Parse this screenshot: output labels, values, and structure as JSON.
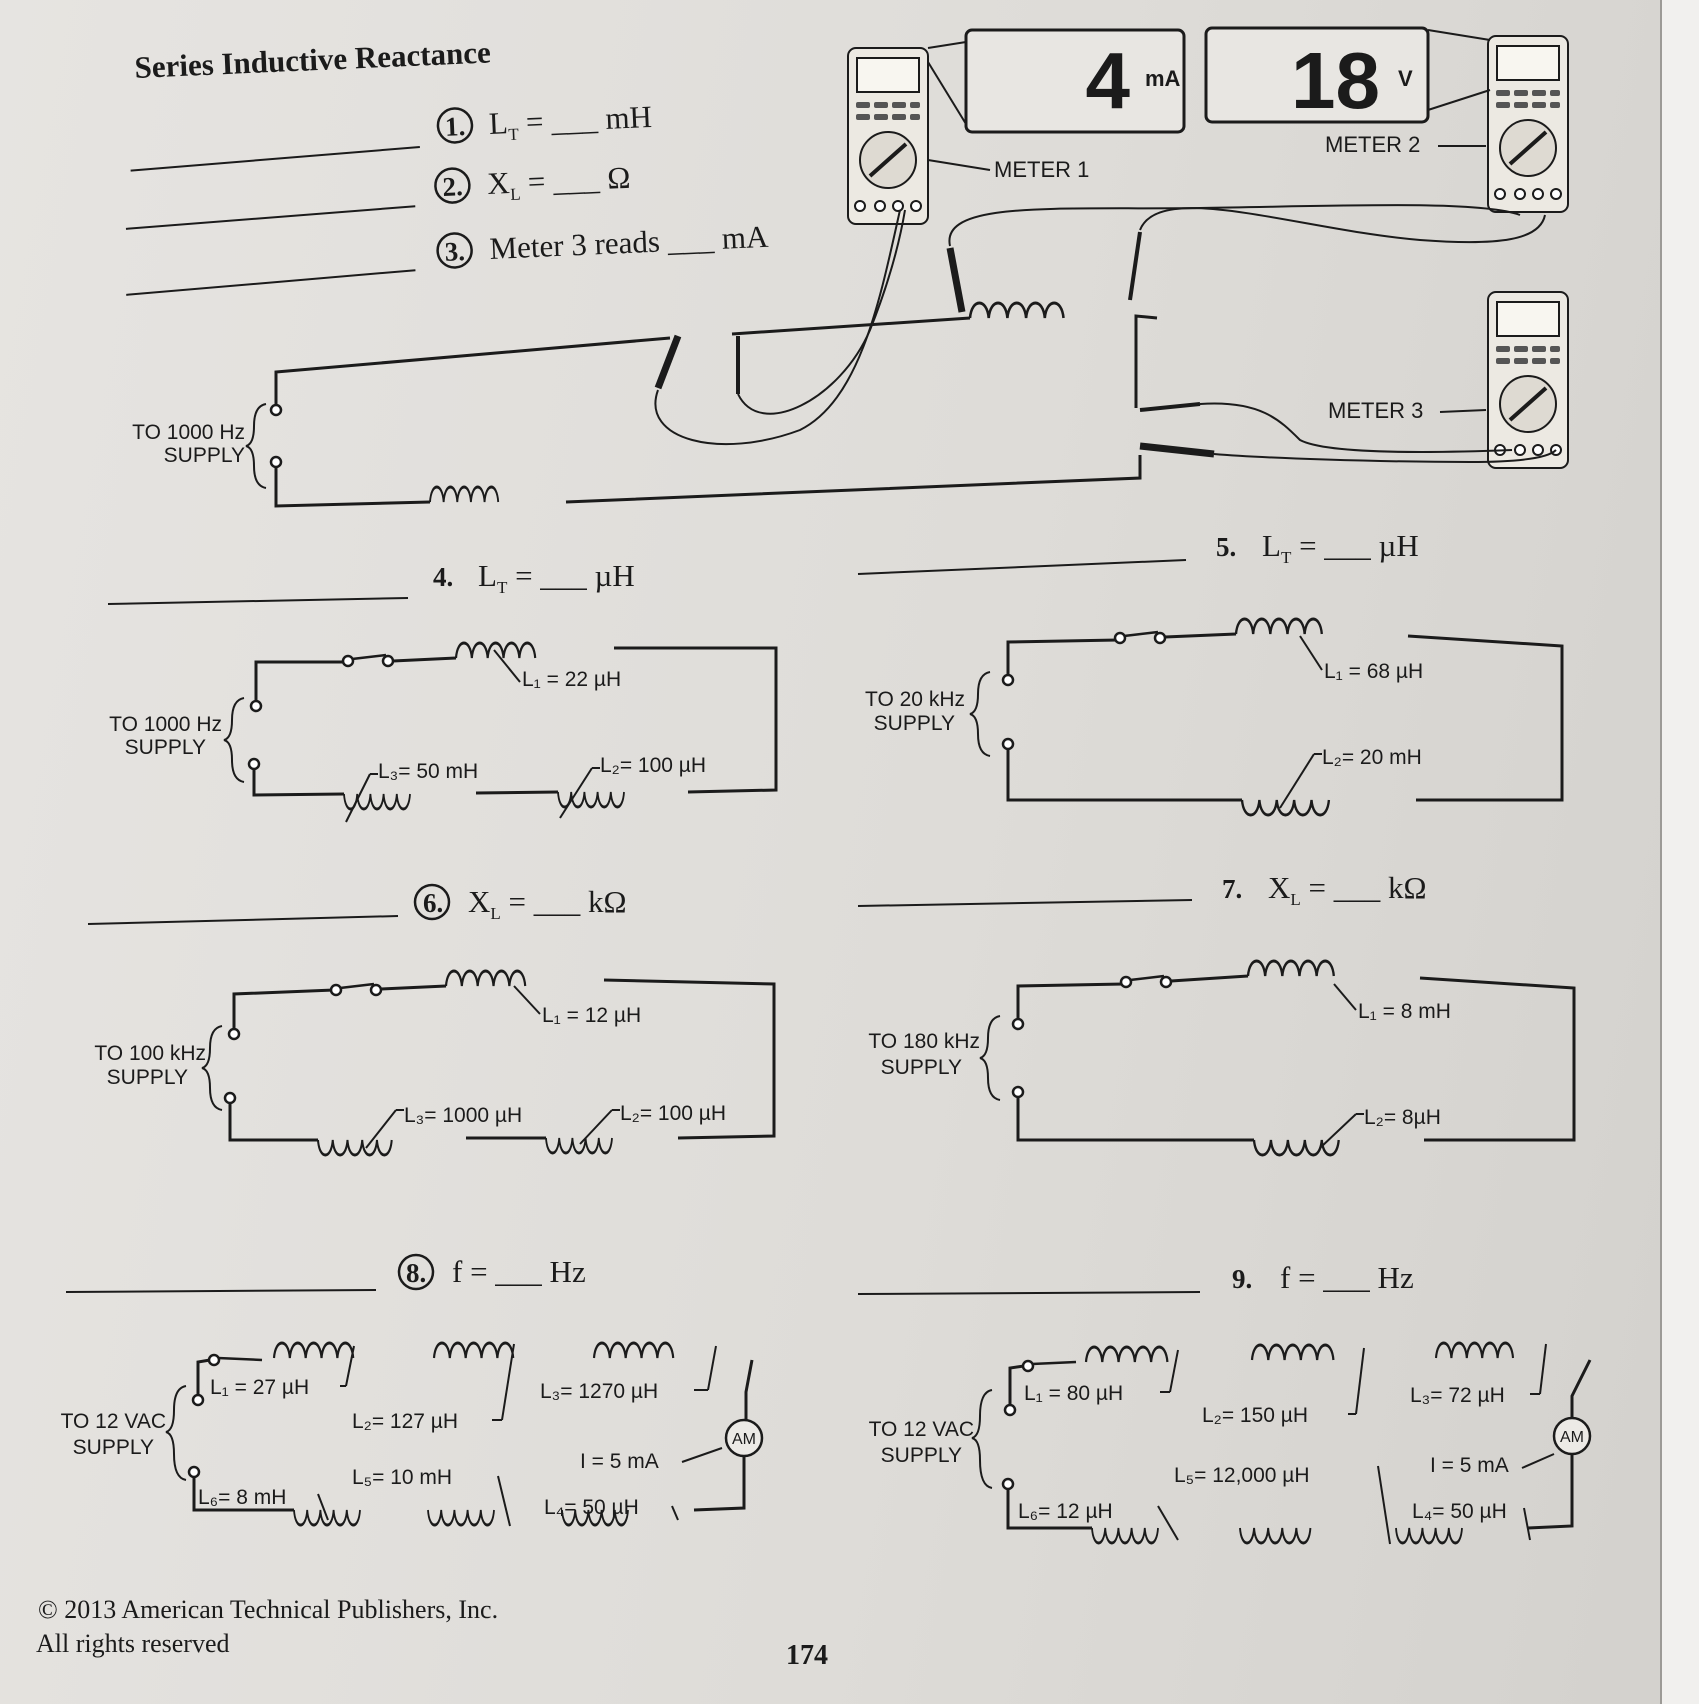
{
  "title": "Series Inductive Reactance",
  "top": {
    "q1": {
      "num": "1.",
      "pre": "L",
      "sub": "T",
      "post": " = ___ mH"
    },
    "q2": {
      "num": "2.",
      "pre": "X",
      "sub": "L",
      "post": " = ___ Ω"
    },
    "q3": {
      "num": "3.",
      "text": "Meter 3 reads ___ mA"
    },
    "display1": {
      "value": "4",
      "unit": "mA"
    },
    "display2": {
      "value": "18",
      "unit": "V"
    },
    "meter1_label": "METER 1",
    "meter2_label": "METER 2",
    "meter3_label": "METER 3",
    "supply": [
      "TO 1000 Hz",
      "SUPPLY"
    ]
  },
  "p4": {
    "num": "4.",
    "pre": "L",
    "sub": "T",
    "post": " = ___ µH",
    "supply": [
      "TO 1000 Hz",
      "SUPPLY"
    ],
    "l1": "L₁ = 22 µH",
    "l2": "L₂= 100 µH",
    "l3": "L₃= 50 mH"
  },
  "p5": {
    "num": "5.",
    "pre": "L",
    "sub": "T",
    "post": " = ___ µH",
    "supply": [
      "TO 20 kHz",
      "SUPPLY"
    ],
    "l1": "L₁ = 68 µH",
    "l2": "L₂= 20 mH"
  },
  "p6": {
    "num": "6.",
    "pre": "X",
    "sub": "L",
    "post": " = ___ kΩ",
    "supply": [
      "TO 100 kHz",
      "SUPPLY"
    ],
    "l1": "L₁ = 12 µH",
    "l2": "L₂= 100 µH",
    "l3": "L₃= 1000 µH"
  },
  "p7": {
    "num": "7.",
    "pre": "X",
    "sub": "L",
    "post": " = ___ kΩ",
    "supply": [
      "TO 180 kHz",
      "SUPPLY"
    ],
    "l1": "L₁ = 8 mH",
    "l2": "L₂= 8µH"
  },
  "p8": {
    "num": "8.",
    "text": "f = ___ Hz",
    "supply": [
      "TO 12 VAC",
      "SUPPLY"
    ],
    "l1": "L₁ = 27 µH",
    "l2": "L₂= 127 µH",
    "l3": "L₃= 1270 µH",
    "l4": "L₄= 50 µH",
    "l5": "L₅= 10 mH",
    "l6": "L₆= 8 mH",
    "current": "I = 5 mA",
    "am": "AM"
  },
  "p9": {
    "num": "9.",
    "text": "f = ___ Hz",
    "supply": [
      "TO 12 VAC",
      "SUPPLY"
    ],
    "l1": "L₁ = 80 µH",
    "l2": "L₂= 150 µH",
    "l3": "L₃= 72 µH",
    "l4": "L₄= 50 µH",
    "l5": "L₅= 12,000 µH",
    "l6": "L₆= 12 µH",
    "current": "I = 5 mA",
    "am": "AM"
  },
  "footer": {
    "copyright": "© 2013 American Technical Publishers, Inc.",
    "rights": "All rights reserved",
    "page": "174"
  }
}
